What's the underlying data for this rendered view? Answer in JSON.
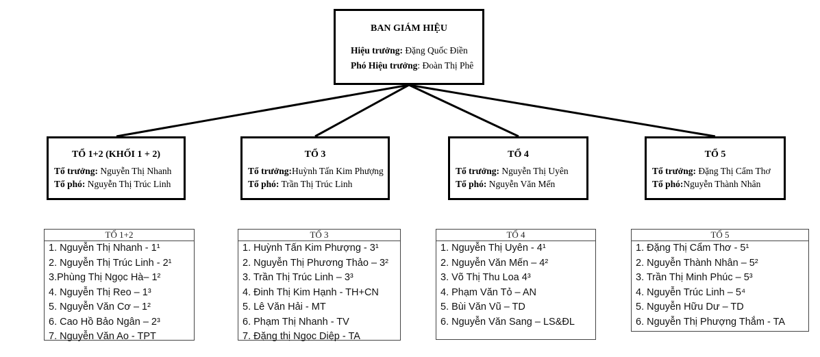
{
  "board": {
    "title": "BAN GIÁM HIỆU",
    "principal_label": "Hiệu trưởng:",
    "principal_name": "Đặng Quốc Điền",
    "vice_label": "Phó Hiệu trưởng",
    "vice_name": ": Đoàn Thị Phê"
  },
  "groups": [
    {
      "title": "TỔ 1+2  (KHỐI 1 + 2)",
      "leader_label": "Tổ trưởng:",
      "leader": " Nguyễn Thị Nhanh",
      "deputy_label": "Tổ phó:",
      "deputy": " Nguyễn Thị Trúc Linh"
    },
    {
      "title": "TỔ 3",
      "leader_label": "Tổ trưởng:",
      "leader": "Huỳnh Tấn Kim Phượng",
      "deputy_label": "Tổ phó:",
      "deputy": "  Trần Thị Trúc Linh"
    },
    {
      "title": "TỔ 4",
      "leader_label": "Tổ trưởng:",
      "leader": "  Nguyễn Thị Uyên",
      "deputy_label": "Tổ phó:",
      "deputy": "  Nguyễn Văn Mến"
    },
    {
      "title": "TỔ 5",
      "leader_label": "Tổ trưởng:",
      "leader": "  Đặng Thị Cẩm Thơ",
      "deputy_label": "Tổ phó:",
      "deputy": "Nguyễn Thành Nhân"
    }
  ],
  "lists": [
    {
      "title": "TỔ 1+2",
      "items": [
        "1. Nguyễn Thị Nhanh - 1¹",
        "2. Nguyễn Thị Trúc Linh - 2¹",
        "3.Phùng Thị Ngọc Hà– 1²",
        "4. Nguyễn Thị Reo – 1³",
        "5. Nguyễn Văn Cơ – 1²",
        "6. Cao Hồ Bảo Ngân – 2³",
        "7. Nguyễn Văn Ao - TPT"
      ]
    },
    {
      "title": "TỔ 3",
      "items": [
        "1. Huỳnh Tấn Kim Phượng - 3¹",
        "2. Nguyễn Thị Phương Thảo – 3²",
        "3. Trần Thị Trúc Linh – 3³",
        "4. Đinh Thị Kim Hạnh - TH+CN",
        "5. Lê Văn Hải - MT",
        "6. Phạm Thị Nhanh - TV",
        "7. Đặng thị Ngọc Diệp - TA"
      ]
    },
    {
      "title": "TỔ 4",
      "items": [
        "1. Nguyễn Thị Uyên - 4¹",
        "2. Nguyễn Văn Mến – 4²",
        "3.  Võ Thị Thu Loa      4³",
        "4. Phạm Văn Tỏ –  AN",
        "5. Bùi Văn Vũ – TD",
        "6. Nguyễn Văn Sang – LS&ĐL"
      ]
    },
    {
      "title": "TỔ 5",
      "items": [
        "1. Đặng Thị Cẩm Thơ - 5¹",
        "2. Nguyễn Thành Nhân – 5²",
        "3. Trần Thị Minh Phúc – 5³",
        "4. Nguyễn Trúc Linh – 5⁴",
        "5. Nguyễn Hữu Dư – TD",
        "6. Nguyễn Thị Phượng Thắm - TA"
      ]
    }
  ]
}
